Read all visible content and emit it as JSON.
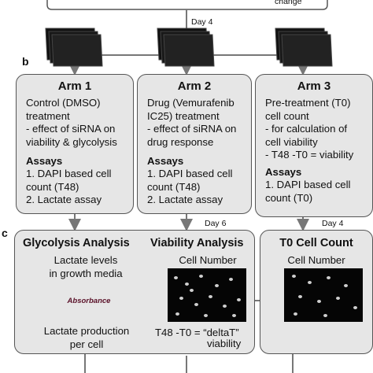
{
  "header": {
    "change_label": "change",
    "day_top": "Day 4"
  },
  "panel_labels": {
    "b": "b",
    "c": "c"
  },
  "arms": [
    {
      "title": "Arm 1",
      "desc": "Control (DMSO)\ntreatment\n- effect of siRNA on\nviability & glycolysis",
      "assays_title": "Assays",
      "assays": "1. DAPI based cell\ncount (T48)\n2. Lactate assay"
    },
    {
      "title": "Arm 2",
      "desc": "Drug (Vemurafenib\nIC25) treatment\n- effect of siRNA on\ndrug response",
      "assays_title": "Assays",
      "assays": "1. DAPI based cell\ncount (T48)\n2. Lactate assay"
    },
    {
      "title": "Arm 3",
      "desc": "Pre-treatment (T0)\ncell count\n- for calculation of\ncell viability\n- T48 -T0 = viability",
      "assays_title": "Assays",
      "assays": "1. DAPI based cell\ncount (T0)"
    }
  ],
  "day_labels": {
    "day6": "Day 6",
    "day4": "Day 4"
  },
  "analysis": {
    "glycolysis_title": "Glycolysis Analysis",
    "glycolysis_text": "Lactate levels\nin growth media",
    "absorbance": "Absorbance",
    "lactate_production": "Lactate production\nper cell",
    "viability_title": "Viability Analysis",
    "cell_number": "Cell Number",
    "formula": "T48 -T0 = “deltaT”",
    "formula_sub": "viability",
    "t0_title": "T0 Cell Count",
    "t0_cell_number": "Cell Number"
  },
  "colors": {
    "box_fill": "#e6e6e6",
    "starburst": "#7b1b3a",
    "arrow": "#777777"
  }
}
